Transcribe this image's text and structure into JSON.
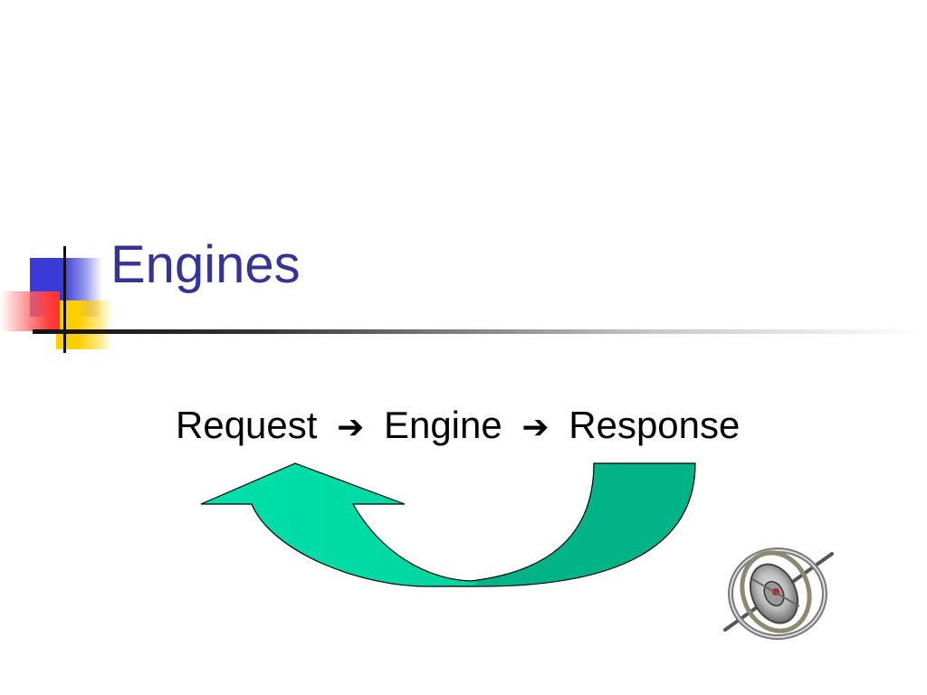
{
  "slide": {
    "title": "Engines",
    "flow": {
      "request": "Request",
      "engine": "Engine",
      "response": "Response",
      "arrow_glyph": "➔"
    }
  },
  "colors": {
    "title": "#333399",
    "curve_left": "#00e0aa",
    "curve_right": "#00b488",
    "accent_blue": "#3a3ad8",
    "accent_yellow": "#ffd000",
    "accent_red": "#ff3030"
  },
  "icons": {
    "curved_arrow": "curved-return-arrow-icon",
    "gyroscope": "gyroscope-icon"
  }
}
